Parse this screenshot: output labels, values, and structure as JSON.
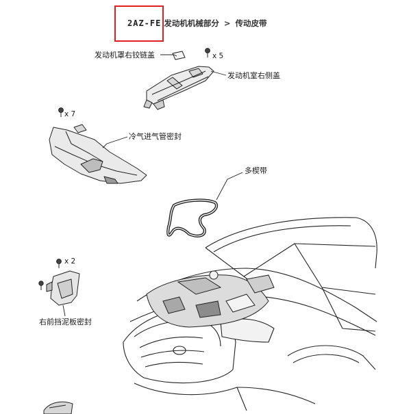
{
  "header": {
    "engine_code": "2AZ-FE",
    "section": "发动机机械部分",
    "separator": ">",
    "subsection": "传动皮带"
  },
  "labels": {
    "hood_hinge_cover": "发动机罩右铰链盖",
    "engine_room_side_cover": "发动机室右侧盖",
    "cool_air_intake_seal": "冷气进气管密封",
    "v_ribbed_belt": "多楔带",
    "fender_seal": "右前挡泥板密封"
  },
  "quantities": {
    "side_cover_clips": "x 5",
    "intake_seal_clips": "x 7",
    "fender_seal_clips": "x 2"
  },
  "colors": {
    "highlight": "#e02020",
    "line": "#222222",
    "fill_part": "#e9e9e9",
    "fill_dark": "#9a9a9a"
  },
  "icons": {
    "fastener": "clip-icon"
  }
}
